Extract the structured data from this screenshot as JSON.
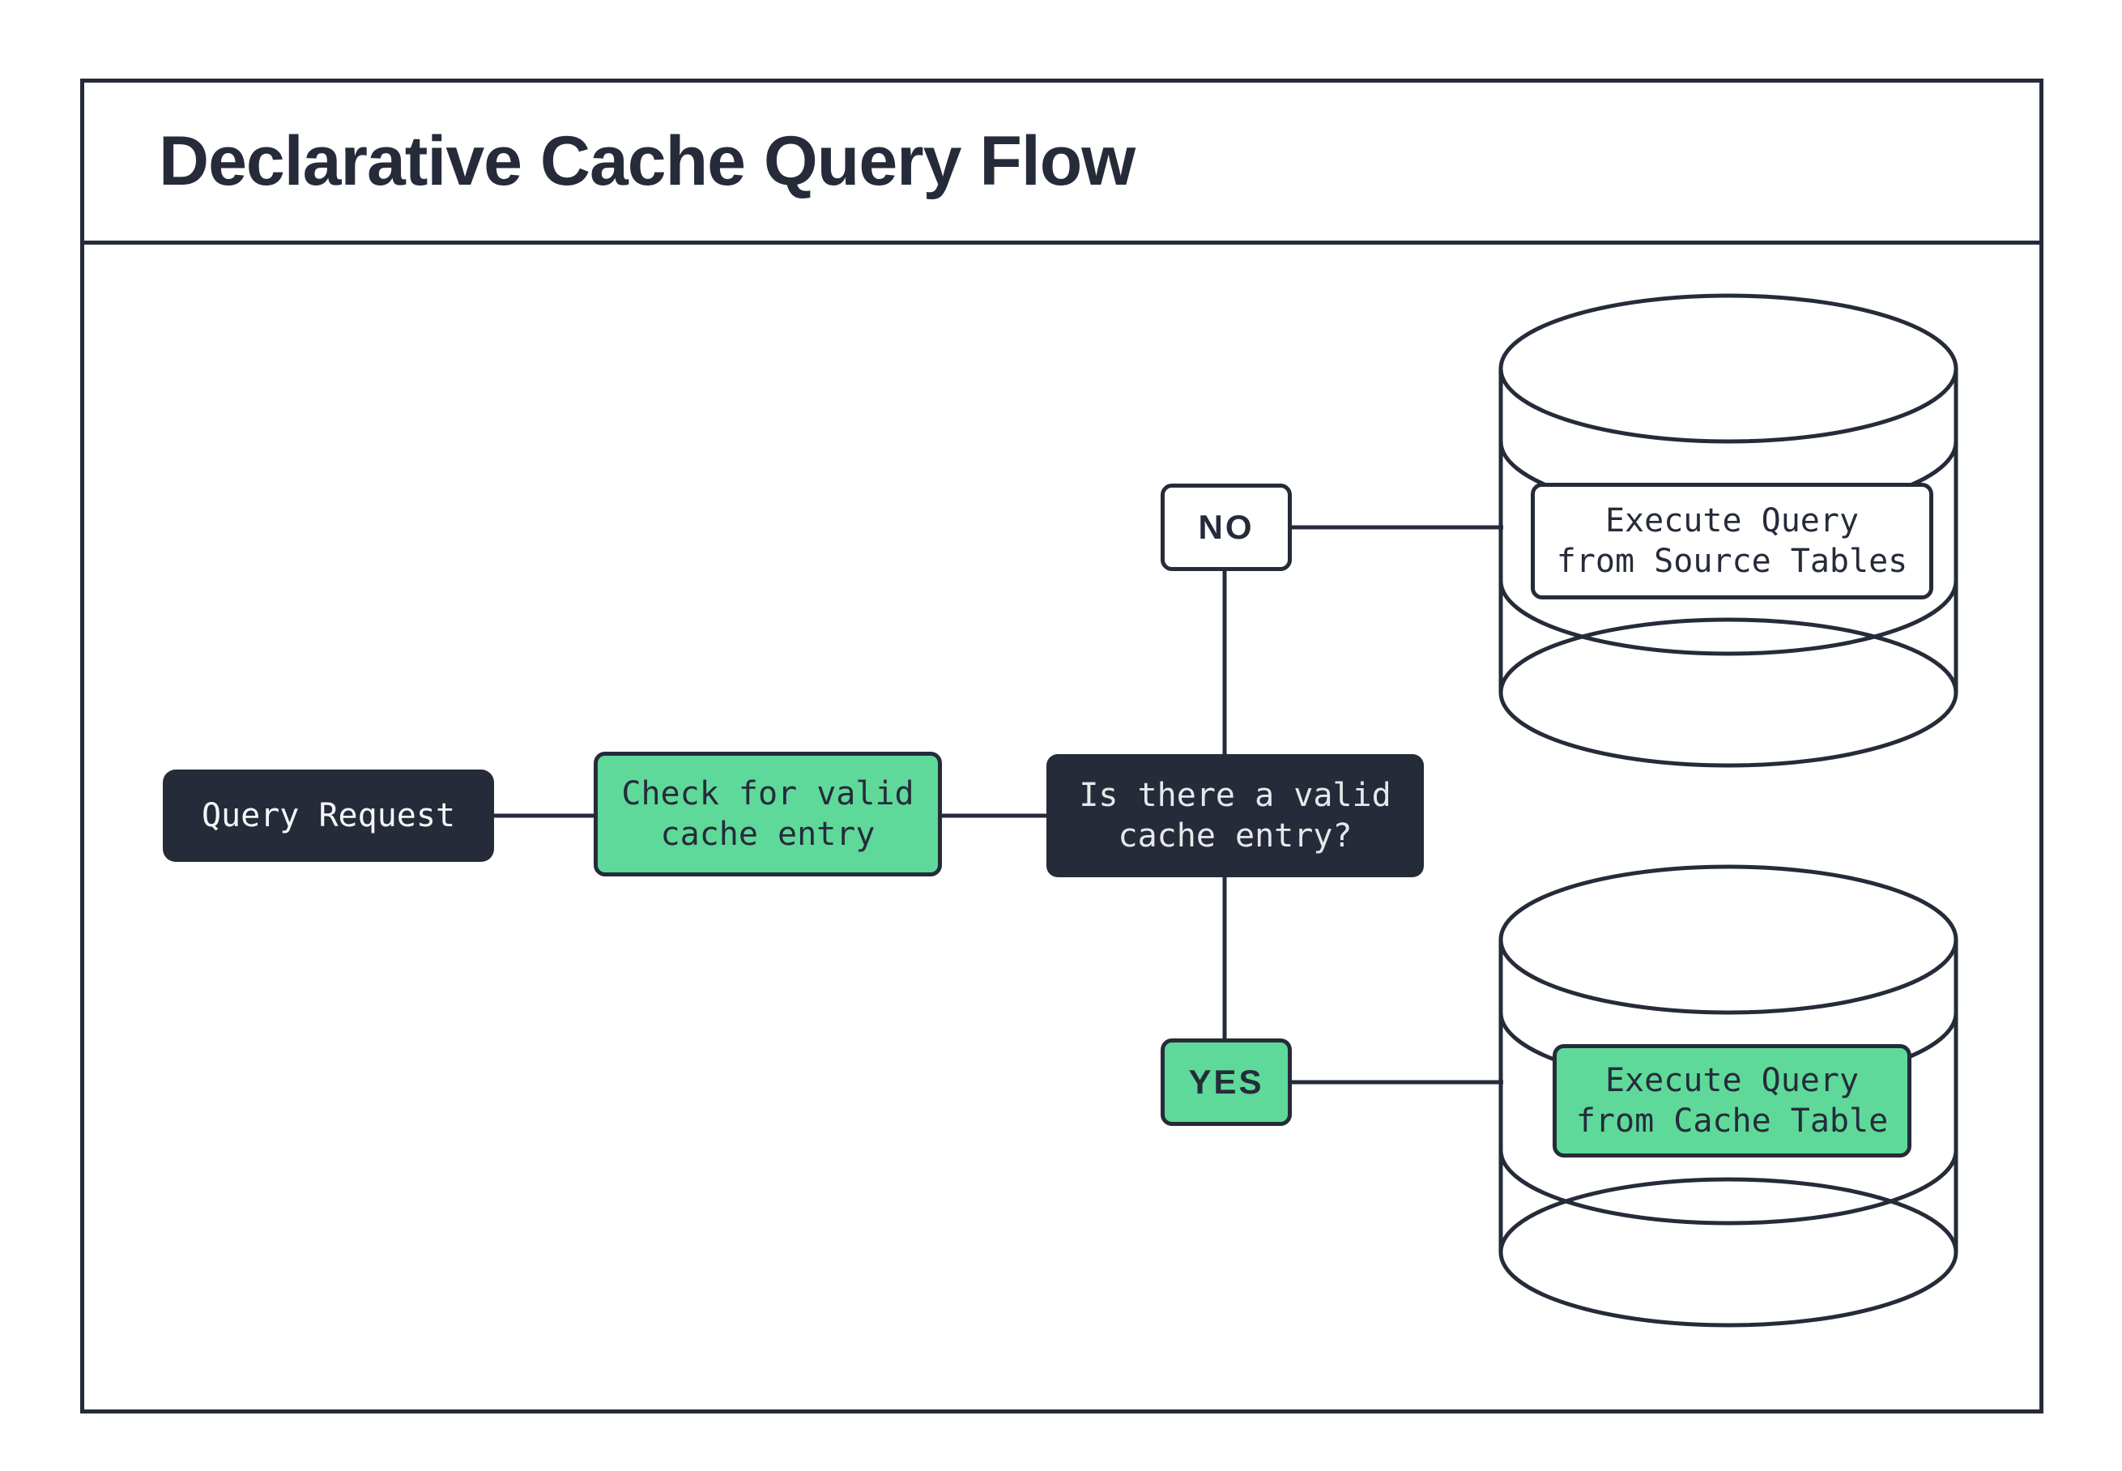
{
  "title": "Declarative Cache Query Flow",
  "colors": {
    "ink_navy": "#262b3a",
    "accent_green": "#5ed99a",
    "surface_white": "#ffffff",
    "text_on_dark": "#f5f6f7"
  },
  "nodes": {
    "query_request": {
      "label": "Query Request"
    },
    "check_cache": {
      "label": "Check for valid\ncache entry"
    },
    "decision": {
      "label": "Is there a valid\ncache entry?"
    },
    "no_branch": {
      "label": "NO"
    },
    "yes_branch": {
      "label": "YES"
    },
    "source_db": {
      "label": "Execute Query\nfrom Source Tables"
    },
    "cache_db": {
      "label": "Execute Query\nfrom Cache Table"
    }
  },
  "edges": [
    {
      "from": "query_request",
      "to": "check_cache"
    },
    {
      "from": "check_cache",
      "to": "decision"
    },
    {
      "from": "decision",
      "to": "no_branch"
    },
    {
      "from": "decision",
      "to": "yes_branch"
    },
    {
      "from": "no_branch",
      "to": "source_db"
    },
    {
      "from": "yes_branch",
      "to": "cache_db"
    }
  ]
}
